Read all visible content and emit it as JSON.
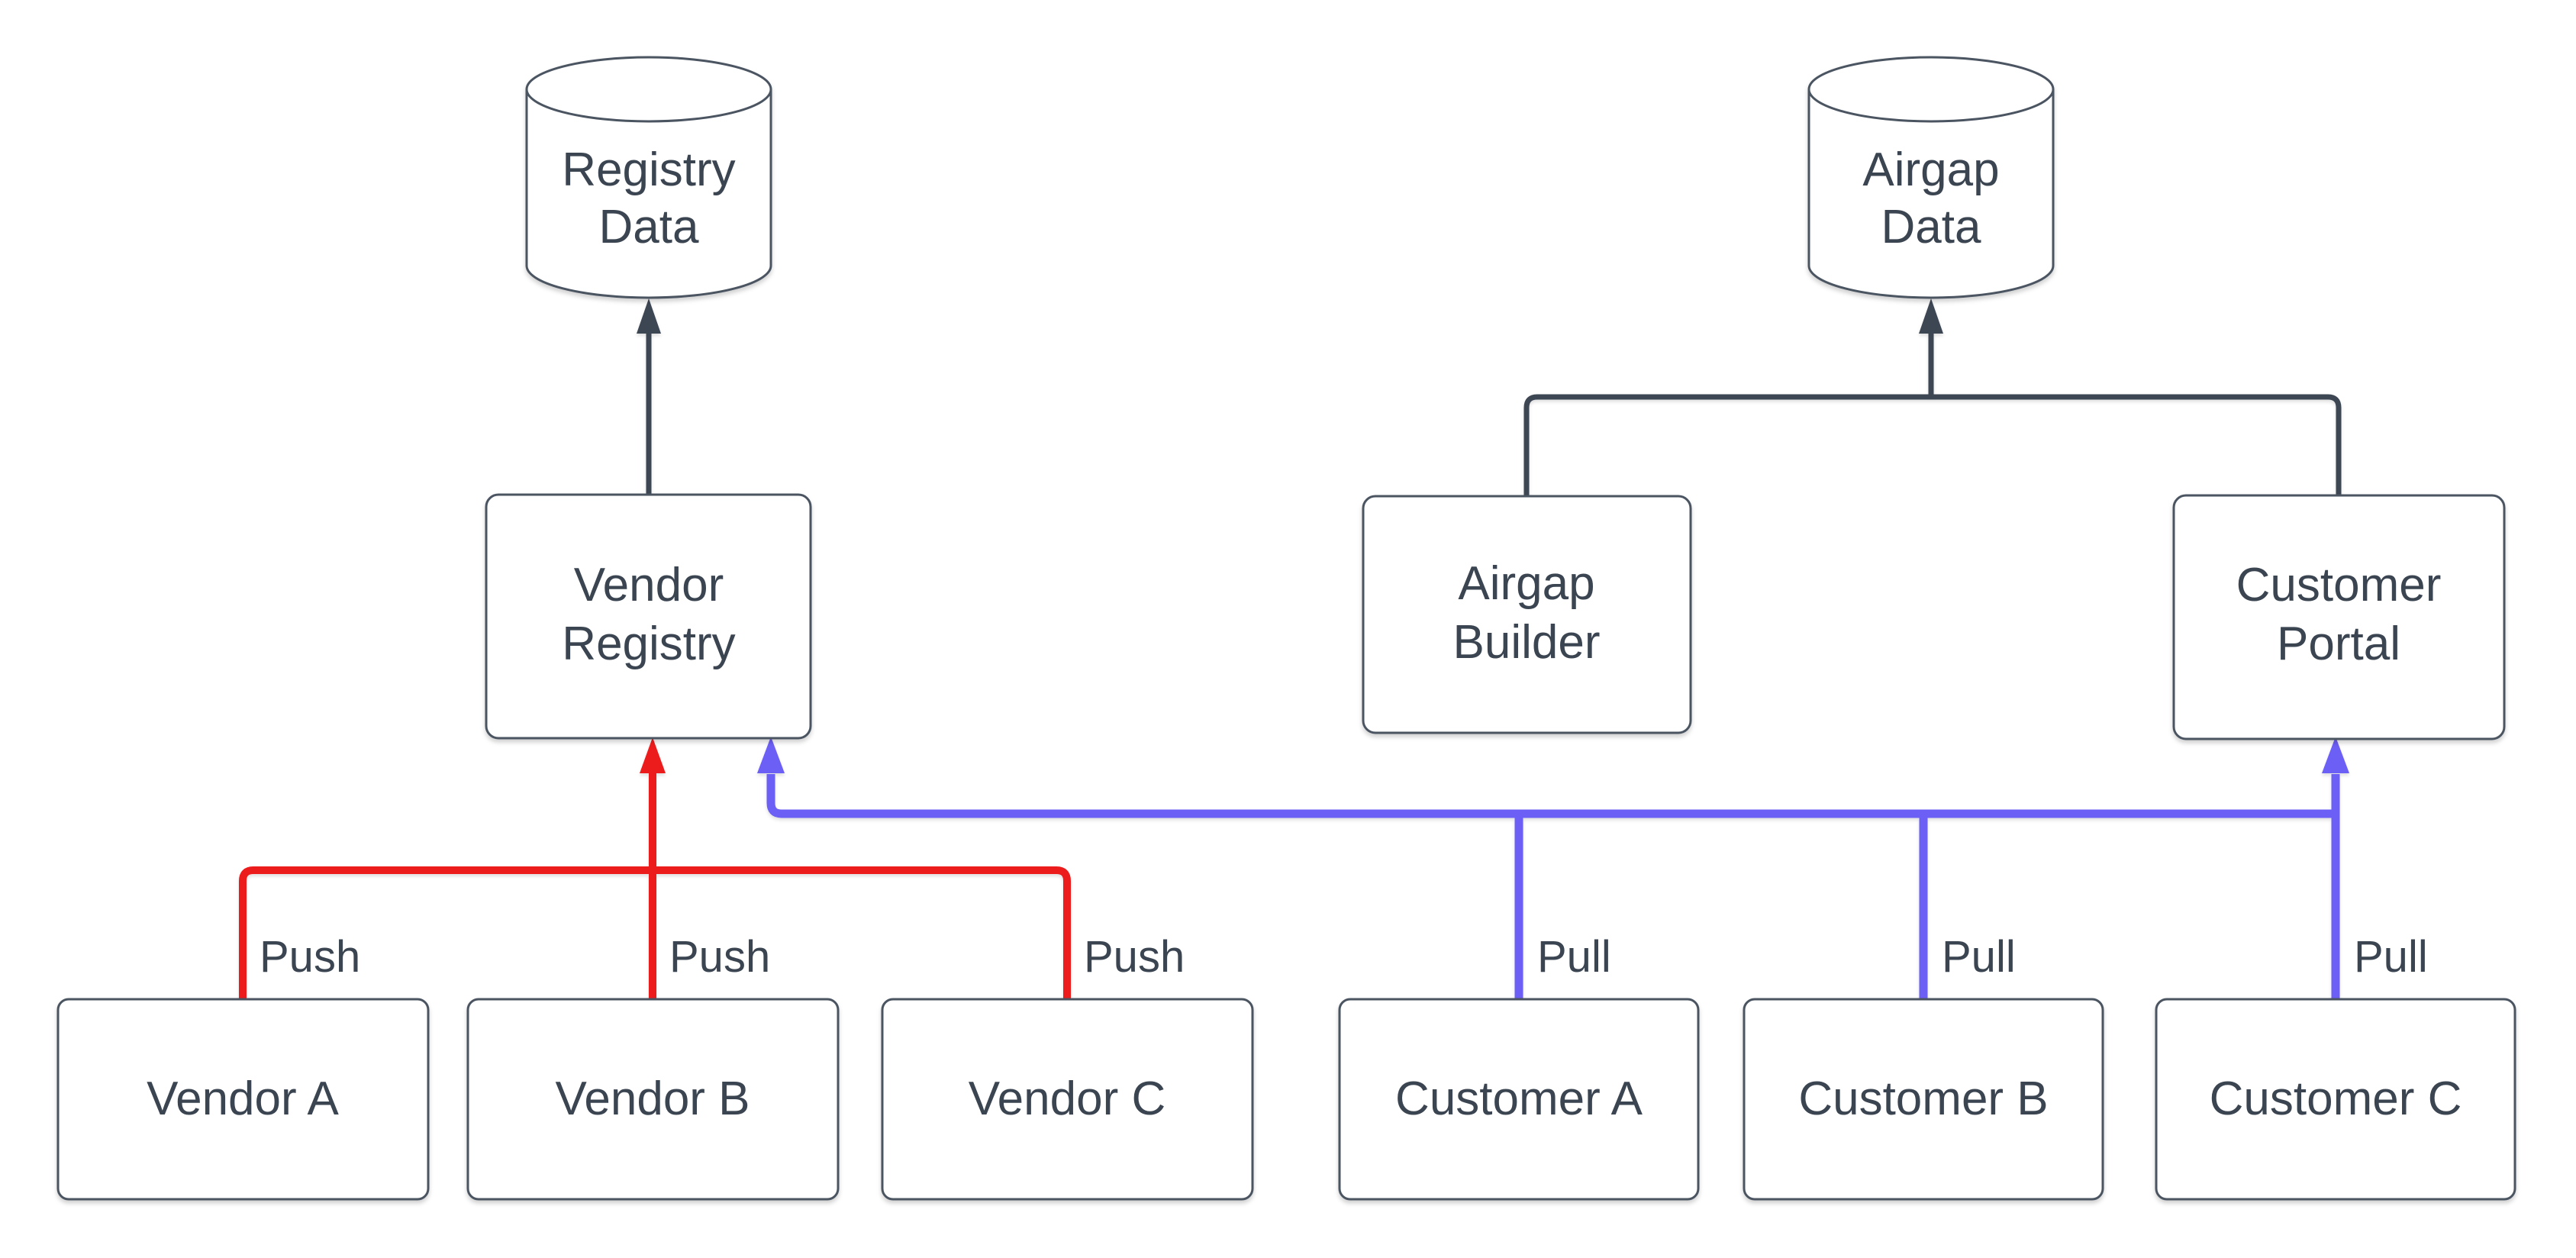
{
  "diagram": {
    "background": "#ffffff",
    "nodes": {
      "registry_data": {
        "shape": "cylinder",
        "lines": [
          "Registry",
          "Data"
        ]
      },
      "airgap_data": {
        "shape": "cylinder",
        "lines": [
          "Airgap",
          "Data"
        ]
      },
      "vendor_registry": {
        "shape": "box",
        "lines": [
          "Vendor",
          "Registry"
        ]
      },
      "airgap_builder": {
        "shape": "box",
        "lines": [
          "Airgap",
          "Builder"
        ]
      },
      "customer_portal": {
        "shape": "box",
        "lines": [
          "Customer",
          "Portal"
        ]
      },
      "vendor_a": {
        "shape": "box",
        "lines": [
          "Vendor A"
        ]
      },
      "vendor_b": {
        "shape": "box",
        "lines": [
          "Vendor B"
        ]
      },
      "vendor_c": {
        "shape": "box",
        "lines": [
          "Vendor C"
        ]
      },
      "customer_a": {
        "shape": "box",
        "lines": [
          "Customer A"
        ]
      },
      "customer_b": {
        "shape": "box",
        "lines": [
          "Customer B"
        ]
      },
      "customer_c": {
        "shape": "box",
        "lines": [
          "Customer C"
        ]
      }
    },
    "edge_labels": {
      "push_a": "Push",
      "push_b": "Push",
      "push_c": "Push",
      "pull_a": "Pull",
      "pull_b": "Pull",
      "pull_c": "Pull"
    },
    "edges": [
      {
        "from": "vendor_registry",
        "to": "registry_data",
        "style": "dark",
        "label": ""
      },
      {
        "from": "airgap_builder",
        "to": "airgap_data",
        "style": "dark",
        "label": ""
      },
      {
        "from": "customer_portal",
        "to": "airgap_data",
        "style": "dark",
        "label": ""
      },
      {
        "from": "vendor_a",
        "to": "vendor_registry",
        "style": "push",
        "label": "Push"
      },
      {
        "from": "vendor_b",
        "to": "vendor_registry",
        "style": "push",
        "label": "Push"
      },
      {
        "from": "vendor_c",
        "to": "vendor_registry",
        "style": "push",
        "label": "Push"
      },
      {
        "from": "customer_a",
        "to": "vendor_registry,customer_portal",
        "style": "pull",
        "label": "Pull"
      },
      {
        "from": "customer_b",
        "to": "vendor_registry,customer_portal",
        "style": "pull",
        "label": "Pull"
      },
      {
        "from": "customer_c",
        "to": "vendor_registry,customer_portal",
        "style": "pull",
        "label": "Pull"
      }
    ],
    "colors": {
      "ink": "#3b4551",
      "border": "#4b5562",
      "dark": "#3e4653",
      "push": "#ec1b1f",
      "pull": "#6c5ef5"
    }
  }
}
